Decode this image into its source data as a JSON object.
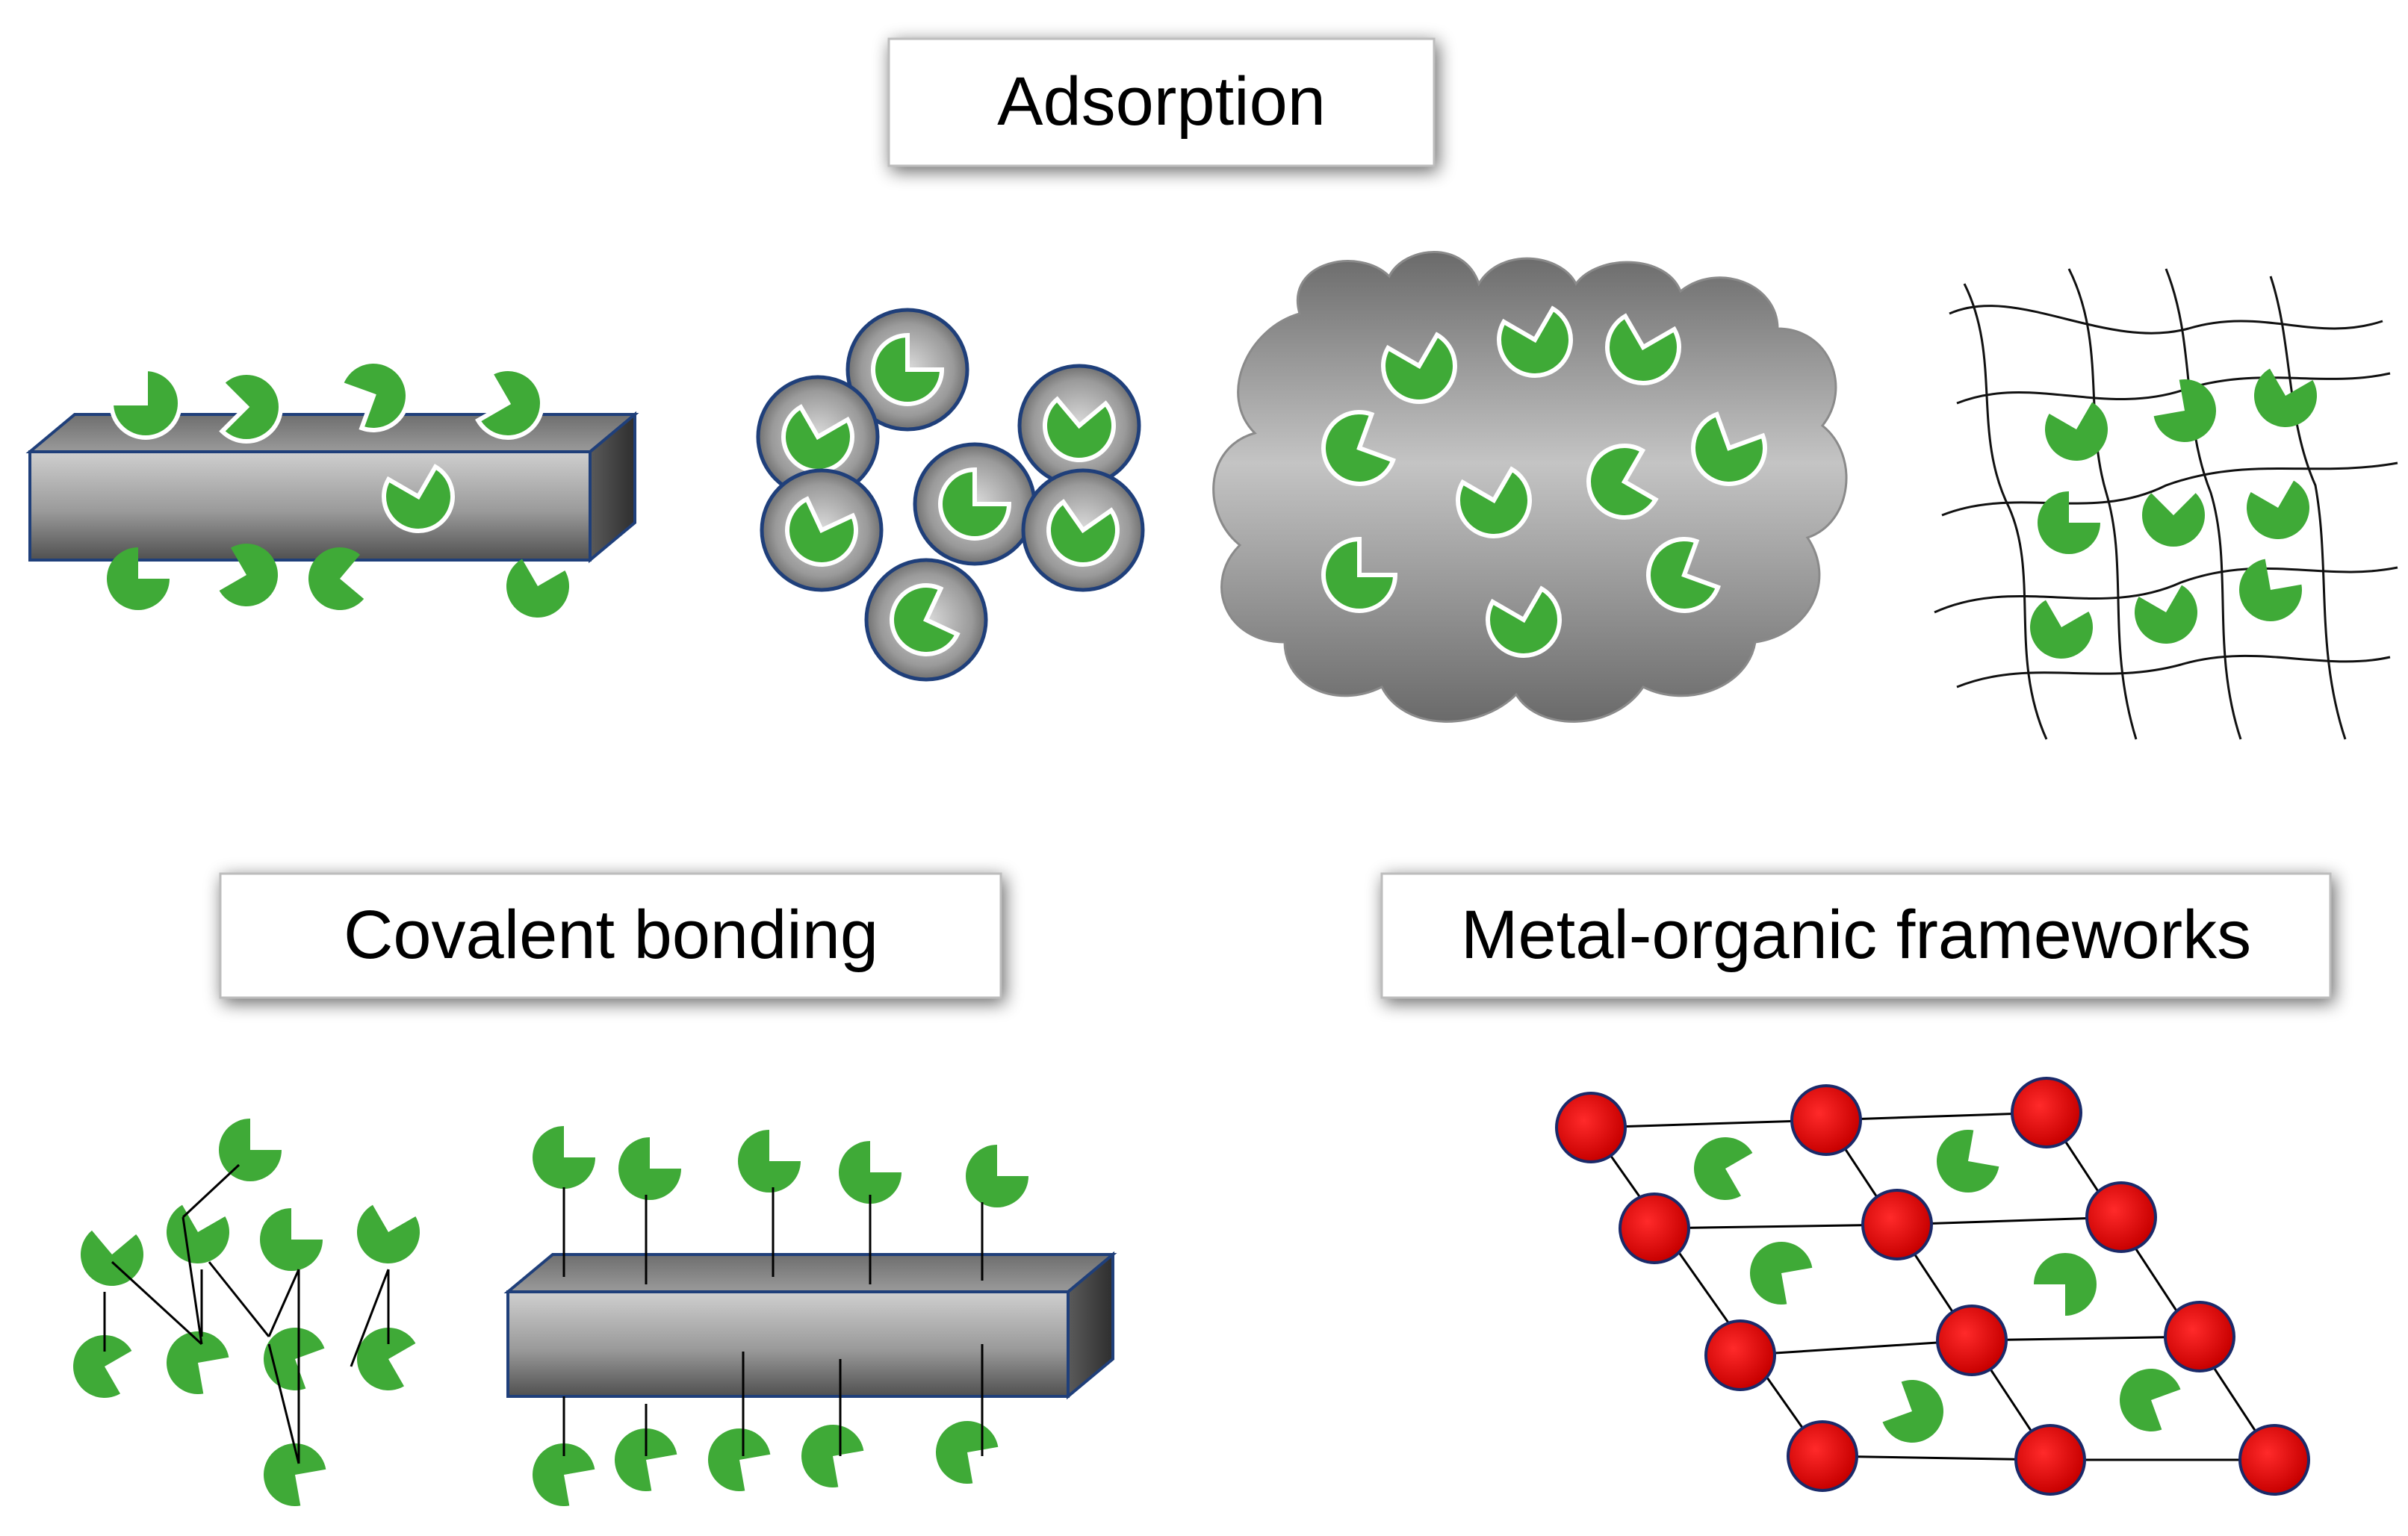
{
  "labels": {
    "adsorption": "Adsorption",
    "covalent": "Covalent bonding",
    "mof": "Metal-organic frameworks"
  },
  "colors": {
    "pacman_green": "#3faa37",
    "pacman_outline": "#ffffff",
    "support_gray_light": "#d8d8d8",
    "support_gray_dark": "#5a5a5a",
    "support_outline": "#1f3f7a",
    "metal_node": "#e00000",
    "metal_node_outline": "#1a2a6a",
    "line": "#000000"
  }
}
